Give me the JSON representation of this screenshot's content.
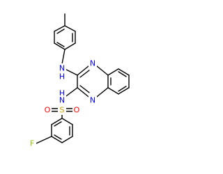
{
  "molecule": {
    "colors": {
      "bond": "#000000",
      "N": "#0000ff",
      "S": "#c8a000",
      "O": "#ff0000",
      "F": "#90c000",
      "H": "#0000ff"
    },
    "atoms": {
      "n_amine": {
        "element": "N",
        "label": "N",
        "h_label": "H"
      },
      "n_ring1": {
        "element": "N",
        "label": "N"
      },
      "n_ring2": {
        "element": "N",
        "label": "N"
      },
      "n_sulfonamide": {
        "element": "N",
        "label": "N",
        "h_label": "H"
      },
      "s": {
        "element": "S",
        "label": "S"
      },
      "o_left": {
        "element": "O",
        "label": "O"
      },
      "o_right": {
        "element": "O",
        "label": "O"
      },
      "f": {
        "element": "F",
        "label": "F"
      }
    }
  }
}
